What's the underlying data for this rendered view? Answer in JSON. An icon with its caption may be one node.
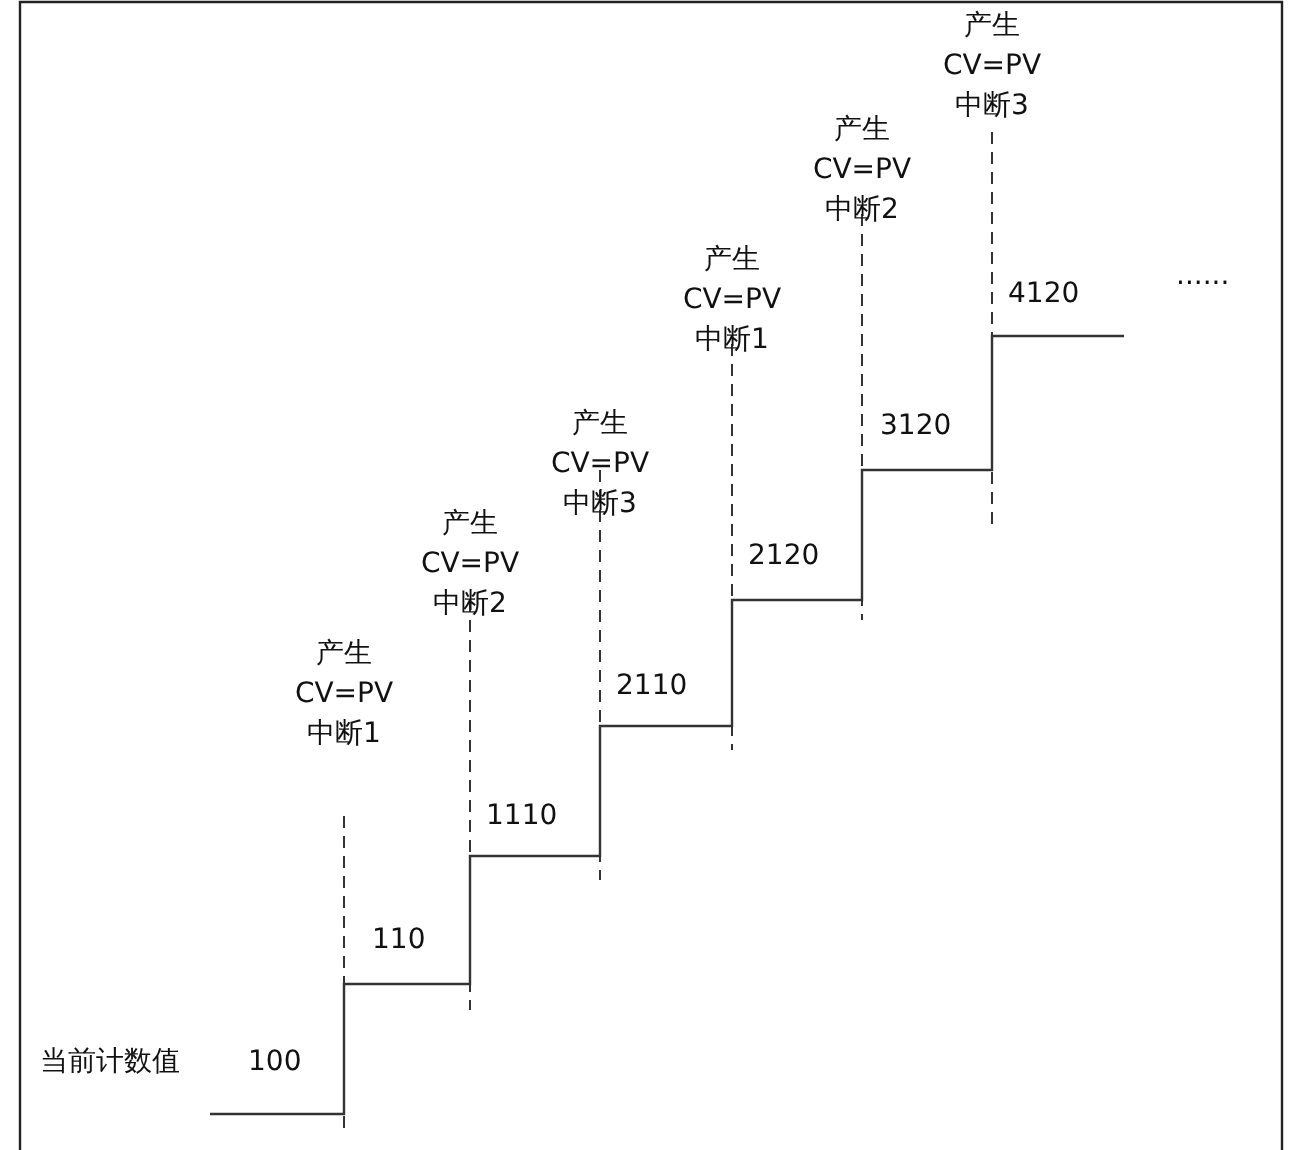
{
  "diagram": {
    "labels": [
      "当前计数值",
      "100",
      "110",
      "1110",
      "2110",
      "2120",
      "3120",
      "4120",
      "......",
      "产生 CV=PV 中断1",
      "产生 CV=PV 中断2",
      "产生 CV=PV 中断3",
      "产生 CV=PV 中断1",
      "产生 CV=PV 中断2",
      "产生 CV=PV 中断3"
    ]
  }
}
